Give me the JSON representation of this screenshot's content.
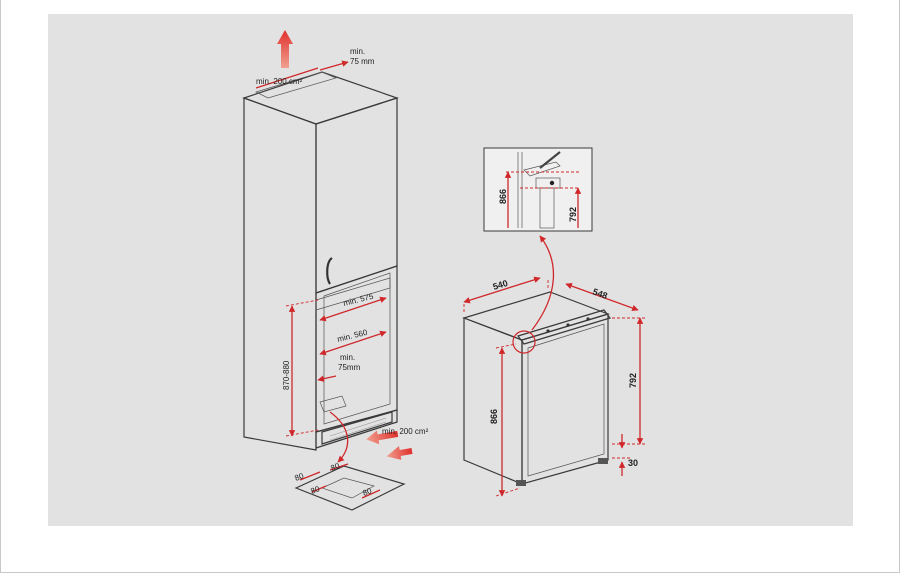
{
  "colors": {
    "dimension": "#d0282a",
    "panel": "#e2e2e2",
    "line": "#3a3a3a"
  },
  "cabinet": {
    "vent_top": "min. 200 cm²",
    "gap_top_1": "min.",
    "gap_top_2": "75 mm",
    "niche_depth": "min. 575",
    "niche_width": "min. 560",
    "gap_back_1": "min.",
    "gap_back_2": "75mm",
    "niche_height": "870-880",
    "vent_bottom": "min. 200 cm²"
  },
  "plinth": {
    "dim_a": "80",
    "dim_b": "80",
    "dim_c": "80",
    "dim_d": "80"
  },
  "appliance": {
    "width": "540",
    "depth": "548",
    "height_total": "866",
    "height_body": "792",
    "foot": "30"
  },
  "detail": {
    "dim_866": "866",
    "dim_792": "792"
  }
}
